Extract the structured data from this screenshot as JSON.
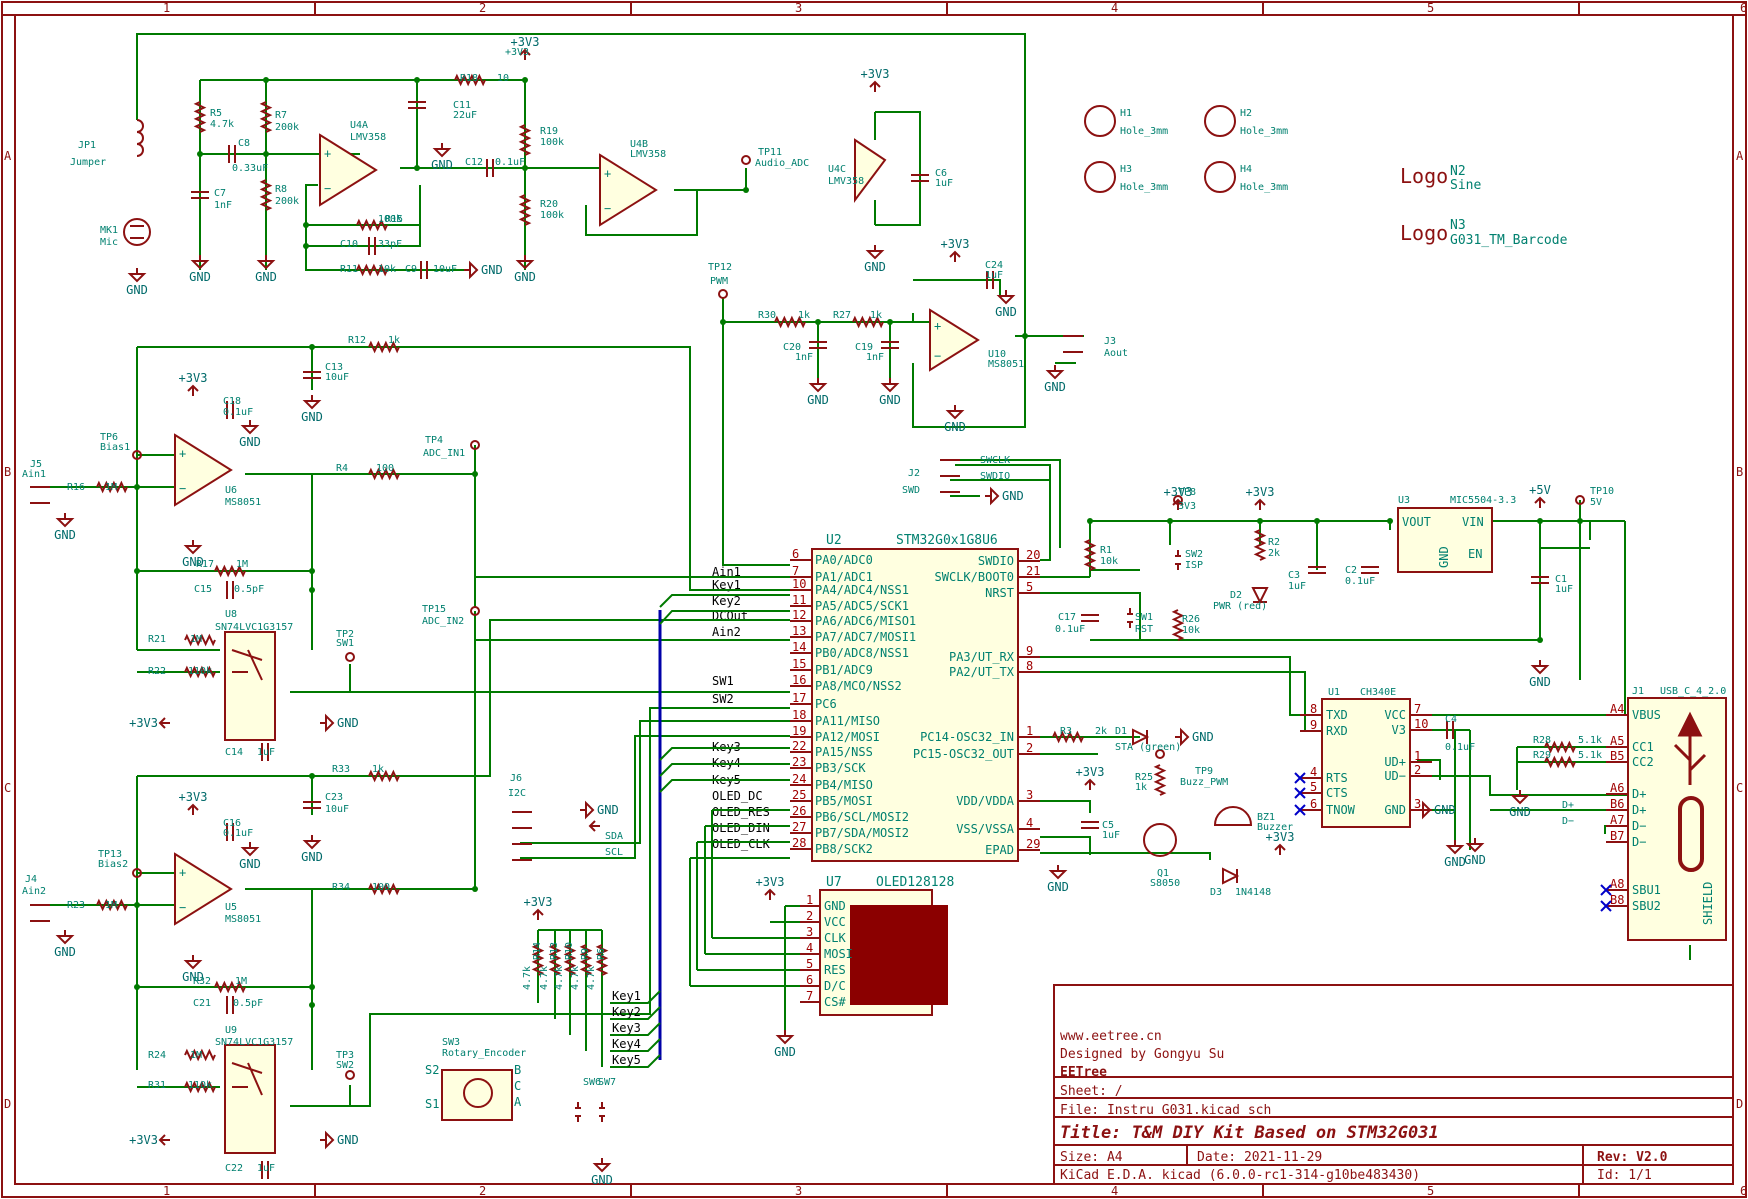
{
  "sheet": {
    "zones_top": [
      "1",
      "2",
      "3",
      "4",
      "5",
      "6"
    ],
    "zones_left": [
      "A",
      "B",
      "C",
      "D"
    ]
  },
  "title_block": {
    "website": "www.eetree.cn",
    "designer": "Designed by Gongyu Su",
    "company": "EETree",
    "sheet": "Sheet: /",
    "file": "File: Instru_G031.kicad_sch",
    "title": "Title: T&M DIY Kit Based on STM32G031",
    "size": "Size: A4",
    "date": "Date: 2021-11-29",
    "rev": "Rev: V2.0",
    "tool": "KiCad E.D.A.  kicad (6.0.0-rc1-314-g10be483430)",
    "id": "Id: 1/1"
  },
  "mcu": {
    "ref": "U2",
    "value": "STM32G0x1G8U6",
    "left_pins": [
      {
        "num": "6",
        "name": "PA0/ADC0",
        "net": ""
      },
      {
        "num": "7",
        "name": "PA1/ADC1",
        "net": "Ain1"
      },
      {
        "num": "10",
        "name": "PA4/ADC4/NSS1",
        "net": "Key1"
      },
      {
        "num": "11",
        "name": "PA5/ADC5/SCK1",
        "net": "Key2"
      },
      {
        "num": "12",
        "name": "PA6/ADC6/MISO1",
        "net": "DCOut"
      },
      {
        "num": "13",
        "name": "PA7/ADC7/MOSI1",
        "net": "Ain2"
      },
      {
        "num": "14",
        "name": "PB0/ADC8/NSS1",
        "net": ""
      },
      {
        "num": "15",
        "name": "PB1/ADC9",
        "net": ""
      },
      {
        "num": "16",
        "name": "PA8/MCO/NSS2",
        "net": "SW1"
      },
      {
        "num": "17",
        "name": "PC6",
        "net": "SW2"
      },
      {
        "num": "18",
        "name": "PA11/MISO",
        "net": ""
      },
      {
        "num": "19",
        "name": "PA12/MOSI",
        "net": ""
      },
      {
        "num": "22",
        "name": "PA15/NSS",
        "net": "Key3"
      },
      {
        "num": "23",
        "name": "PB3/SCK",
        "net": "Key4"
      },
      {
        "num": "24",
        "name": "PB4/MISO",
        "net": "Key5"
      },
      {
        "num": "25",
        "name": "PB5/MOSI",
        "net": "OLED_DC"
      },
      {
        "num": "26",
        "name": "PB6/SCL/MOSI2",
        "net": "OLED_RES"
      },
      {
        "num": "27",
        "name": "PB7/SDA/MOSI2",
        "net": "OLED_DIN"
      },
      {
        "num": "28",
        "name": "PB8/SCK2",
        "net": "OLED_CLK"
      }
    ],
    "right_pins": [
      {
        "num": "20",
        "name": "SWDIO"
      },
      {
        "num": "21",
        "name": "SWCLK/BOOT0"
      },
      {
        "num": "5",
        "name": "NRST"
      },
      {
        "num": "9",
        "name": "PA3/UT_RX"
      },
      {
        "num": "8",
        "name": "PA2/UT_TX"
      },
      {
        "num": "1",
        "name": "PC14-OSC32_IN"
      },
      {
        "num": "2",
        "name": "PC15-OSC32_OUT"
      },
      {
        "num": "3",
        "name": "VDD/VDDA"
      },
      {
        "num": "4",
        "name": "VSS/VSSA"
      },
      {
        "num": "29",
        "name": "EPAD"
      }
    ]
  },
  "labels": {
    "gnd": "GND",
    "v33": "+3V3",
    "v5": "+5V",
    "jp1_ref": "JP1",
    "jp1_val": "Jumper",
    "mk1_ref": "MK1",
    "mk1_val": "Mic",
    "r5": "R5",
    "r5v": "4.7k",
    "r7": "R7",
    "r7v": "200k",
    "r8": "R8",
    "r8v": "200k",
    "c7": "C7",
    "c7v": "1nF",
    "c8": "C8",
    "c8v": "0.33uF",
    "u4a": "U4A",
    "u4av": "LMV358",
    "r18": "R18",
    "r18v": "10",
    "c11": "C11",
    "c11v": "22uF",
    "r15": "R15",
    "r15v": "100k",
    "c10": "C10",
    "c10v": "33pF",
    "r11": "R11",
    "r11v": "10k",
    "c9": "C9",
    "c9v": "10uF",
    "c12": "C12",
    "c12v": "0.1uF",
    "r19": "R19",
    "r19v": "100k",
    "r20": "R20",
    "r20v": "100k",
    "u4b": "U4B",
    "u4bv": "LMV358",
    "tp11": "TP11",
    "tp11v": "Audio_ADC",
    "u4c": "U4C",
    "u4cv": "LMV358",
    "c6": "C6",
    "c6v": "1uF",
    "h1": "H1",
    "h2": "H2",
    "h3": "H3",
    "h4": "H4",
    "hole": "Hole_3mm",
    "logo": "Logo",
    "n2": "N2",
    "n2v": "Sine",
    "n3": "N3",
    "n3v": "G031_TM_Barcode",
    "tp12": "TP12",
    "tp12v": "PWM",
    "r30": "R30",
    "r30v": "1k",
    "r27": "R27",
    "r27v": "1k",
    "c20": "C20",
    "c20v": "1nF",
    "c19": "C19",
    "c19v": "1nF",
    "c24": "C24",
    "c24v": "1uF",
    "u10": "U10",
    "u10v": "MS8051",
    "j3": "J3",
    "j3v": "Aout",
    "r12": "R12",
    "r12v": "1k",
    "c13": "C13",
    "c13v": "10uF",
    "c18": "C18",
    "c18v": "0.1uF",
    "tp6": "TP6",
    "tp6v": "Bias1",
    "j5": "J5",
    "j5v": "Ain1",
    "r16": "R16",
    "r16v": "1M",
    "u6": "U6",
    "u6v": "MS8051",
    "r4": "R4",
    "r4v": "100",
    "tp4": "TP4",
    "tp4v": "ADC_IN1",
    "r17": "R17",
    "r17v": "1M",
    "c15": "C15",
    "c15v": "0.5pF",
    "u8": "U8",
    "u8v": "SN74LVC1G3157",
    "r21": "R21",
    "r21v": "1M",
    "r22": "R22",
    "r22v": "110k",
    "tp2": "TP2",
    "tp2v": "SW1",
    "c14": "C14",
    "c14v": "1uF",
    "r33": "R33",
    "r33v": "1k",
    "c23": "C23",
    "c23v": "10uF",
    "c16": "C16",
    "c16v": "0.1uF",
    "tp13": "TP13",
    "tp13v": "Bias2",
    "j4": "J4",
    "j4v": "Ain2",
    "r23": "R23",
    "r23v": "1M",
    "u5": "U5",
    "u5v": "MS8051",
    "r34": "R34",
    "r34v": "100",
    "tp15": "TP15",
    "tp15v": "ADC_IN2",
    "r32": "R32",
    "r32v": "1M",
    "c21": "C21",
    "c21v": "0.5pF",
    "u9": "U9",
    "u9v": "SN74LVC1G3157",
    "r24": "R24",
    "r24v": "1M",
    "r31": "R31",
    "r31v": "110k",
    "tp3": "TP3",
    "tp3v": "SW2",
    "c22": "C22",
    "c22v": "1uF",
    "j6": "J6",
    "j6v": "I2C",
    "sda": "SDA",
    "scl": "SCL",
    "r14": "R14",
    "r13": "R13",
    "r10": "R10",
    "r9": "R9",
    "r6": "R6",
    "r4k7": "4.7k",
    "sw3": "SW3",
    "sw3v": "Rotary_Encoder",
    "sw6": "SW6",
    "sw7": "SW7",
    "j2": "J2",
    "j2v": "SWD",
    "swclk": "SWCLK",
    "swdio": "SWDIO",
    "tp8": "TP8",
    "tp8v": "3V3",
    "r1": "R1",
    "r1v": "10k",
    "sw2": "SW2",
    "sw2v": "ISP",
    "c17": "C17",
    "c17v": "0.1uF",
    "sw1": "SW1",
    "sw1v": "RST",
    "r26": "R26",
    "r26v": "10k",
    "r2": "R2",
    "r2v": "2k",
    "d2": "D2",
    "d2v": "PWR (red)",
    "c3": "C3",
    "c3v": "1uF",
    "c2": "C2",
    "c2v": "0.1uF",
    "u3": "U3",
    "u3v": "MIC5504-3.3",
    "vout": "VOUT",
    "vin": "VIN",
    "en": "EN",
    "c1": "C1",
    "c1v": "1uF",
    "tp10": "TP10",
    "tp10v": "5V",
    "u1": "U1",
    "u1v": "CH340E",
    "c4": "C4",
    "c4v": "0.1uF",
    "j1": "J1",
    "j1v": "USB_C_4_2.0",
    "r28": "R28",
    "r28v": "5.1k",
    "r29": "R29",
    "r29v": "5.1k",
    "dp": "D+",
    "dm": "D−",
    "r3": "R3",
    "r3v": "2k",
    "d1": "D1",
    "d1v": "STA (green)",
    "tp9": "TP9",
    "tp9v": "Buzz_PWM",
    "r25": "R25",
    "r25v": "1k",
    "c5": "C5",
    "c5v": "1uF",
    "q1": "Q1",
    "q1v": "S8050",
    "bz1": "BZ1",
    "bz1v": "Buzzer",
    "d3": "D3",
    "d3v": "1N4148",
    "u7": "U7",
    "u7v": "OLED128128",
    "oled_pins": [
      "GND",
      "VCC",
      "CLK",
      "MOSI",
      "RES",
      "D/C",
      "CS#"
    ],
    "ch340_left": [
      "TXD",
      "RXD",
      "RTS",
      "CTS",
      "TNOW"
    ],
    "ch340_right": [
      "VCC",
      "V3",
      "UD+",
      "UD−",
      "GND"
    ],
    "usb_pins": [
      "VBUS",
      "CC1",
      "CC2",
      "D+",
      "D+",
      "D−",
      "D−",
      "SBU1",
      "SBU2"
    ],
    "usb_pinnums": [
      "A4",
      "A5",
      "B5",
      "A6",
      "B6",
      "A7",
      "B7",
      "A8",
      "B8"
    ],
    "shield": "SHIELD",
    "enc_pins": [
      "S2",
      "S1",
      "B",
      "C",
      "A"
    ],
    "keys": [
      "Key1",
      "Key2",
      "Key3",
      "Key4",
      "Key5"
    ]
  }
}
